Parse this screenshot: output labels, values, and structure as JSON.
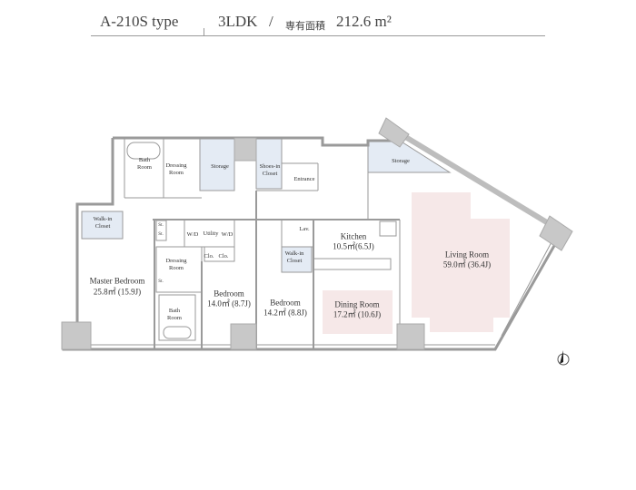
{
  "header": {
    "type_name": "A-210S type",
    "layout": "3LDK",
    "separator": "/",
    "area_label": "専有面積",
    "area_value": "212.6 m²"
  },
  "rooms": {
    "bath_room_top": "Bath\nRoom",
    "dressing_room_top": "Dressing\nRoom",
    "storage_center": "Storage",
    "shoes_in_closet": "Shoes-in\nCloset",
    "entrance": "Entrance",
    "storage_right": "Storage",
    "walk_in_closet_master": "Walk-in\nCloset",
    "st_1": "St.",
    "st_2": "St.",
    "st_3": "St.",
    "wd_1": "W/D",
    "utility": "Utility",
    "wd_2": "W/D",
    "clo_1": "Clo.",
    "clo_2": "Clo.",
    "dressing_room_mid": "Dressing\nRoom",
    "bath_room_mid": "Bath\nRoom",
    "lav": "Lav.",
    "walk_in_closet_bed3": "Walk-in\nCloset",
    "master_bedroom": "Master Bedroom",
    "master_bedroom_area": "25.8㎡ (15.9J)",
    "bedroom2": "Bedroom",
    "bedroom2_area": "14.0㎡ (8.7J)",
    "bedroom3": "Bedroom",
    "bedroom3_area": "14.2㎡ (8.8J)",
    "kitchen": "Kitchen",
    "kitchen_area": "10.5㎡(6.5J)",
    "dining_room": "Dining Room",
    "dining_room_area": "17.2㎡ (10.6J)",
    "living_room": "Living Room",
    "living_room_area": "59.0㎡ (36.4J)"
  },
  "colors": {
    "closet_fill": "#e4ebf4",
    "living_fill": "#f6e8e8",
    "pillar_fill": "#c8c8c8",
    "wall": "#9a9a9a"
  }
}
